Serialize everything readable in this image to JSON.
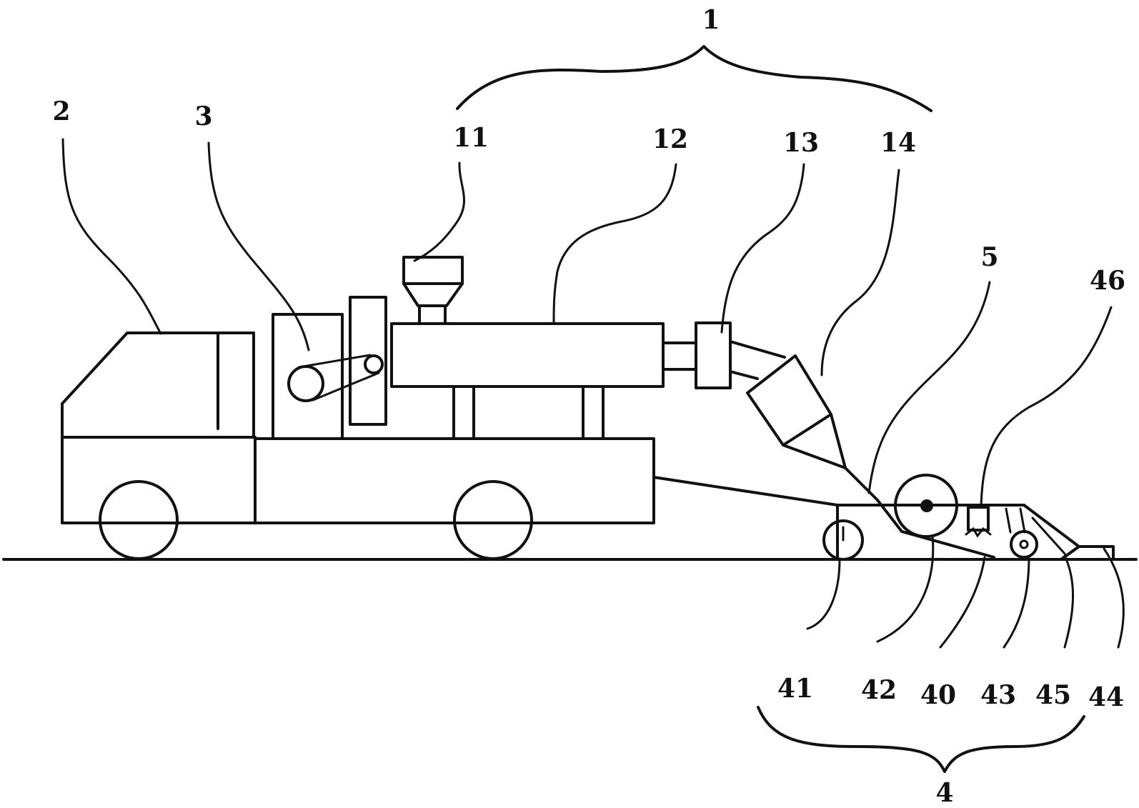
{
  "labels": {
    "l1": "1",
    "l2": "2",
    "l3": "3",
    "l4": "4",
    "l5": "5",
    "l11": "11",
    "l12": "12",
    "l13": "13",
    "l14": "14",
    "l40": "40",
    "l41": "41",
    "l42": "42",
    "l43": "43",
    "l44": "44",
    "l45": "45",
    "l46": "46"
  },
  "colors": {
    "ink": "#111111",
    "background": "#ffffff"
  }
}
